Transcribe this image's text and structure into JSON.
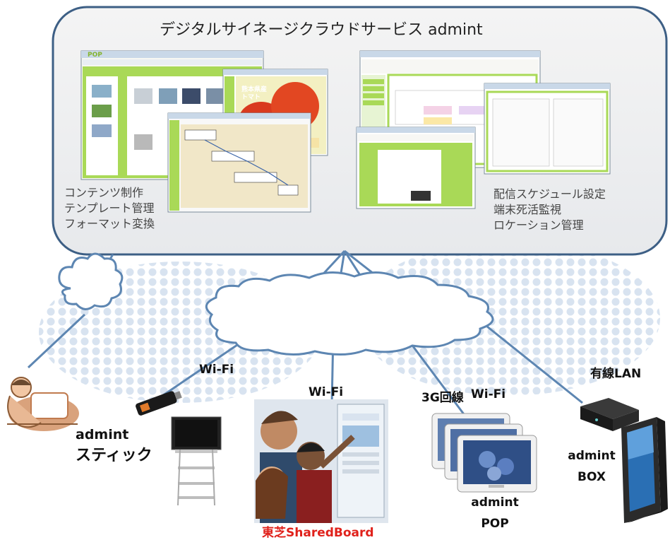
{
  "service": {
    "title": "デジタルサイネージクラウドサービス admint",
    "logo_text": "POP",
    "features_left": [
      "コンテンツ制作",
      "テンプレート管理",
      "フォーマット変換"
    ],
    "features_right": [
      "配信スケジュール設定",
      "端末死活監視",
      "ロケーション管理"
    ],
    "poster_text": [
      "熊本県産",
      "トマト"
    ]
  },
  "network": {
    "wifi_1": "Wi-Fi",
    "wifi_2": "Wi-Fi",
    "g3": "3G回線",
    "wifi_3": "Wi-Fi",
    "lan": "有線LAN"
  },
  "devices": {
    "stick_line1": "admint",
    "stick_line2": "スティック",
    "sharedboard": "東芝SharedBoard",
    "pop_line1": "admint",
    "pop_line2": "POP",
    "box_line1": "admint",
    "box_line2": "BOX"
  },
  "colors": {
    "cloud_border": "#3d5f85",
    "line": "#5d86b2",
    "accent_green": "#9fd24a",
    "shared_red": "#e0211b"
  }
}
